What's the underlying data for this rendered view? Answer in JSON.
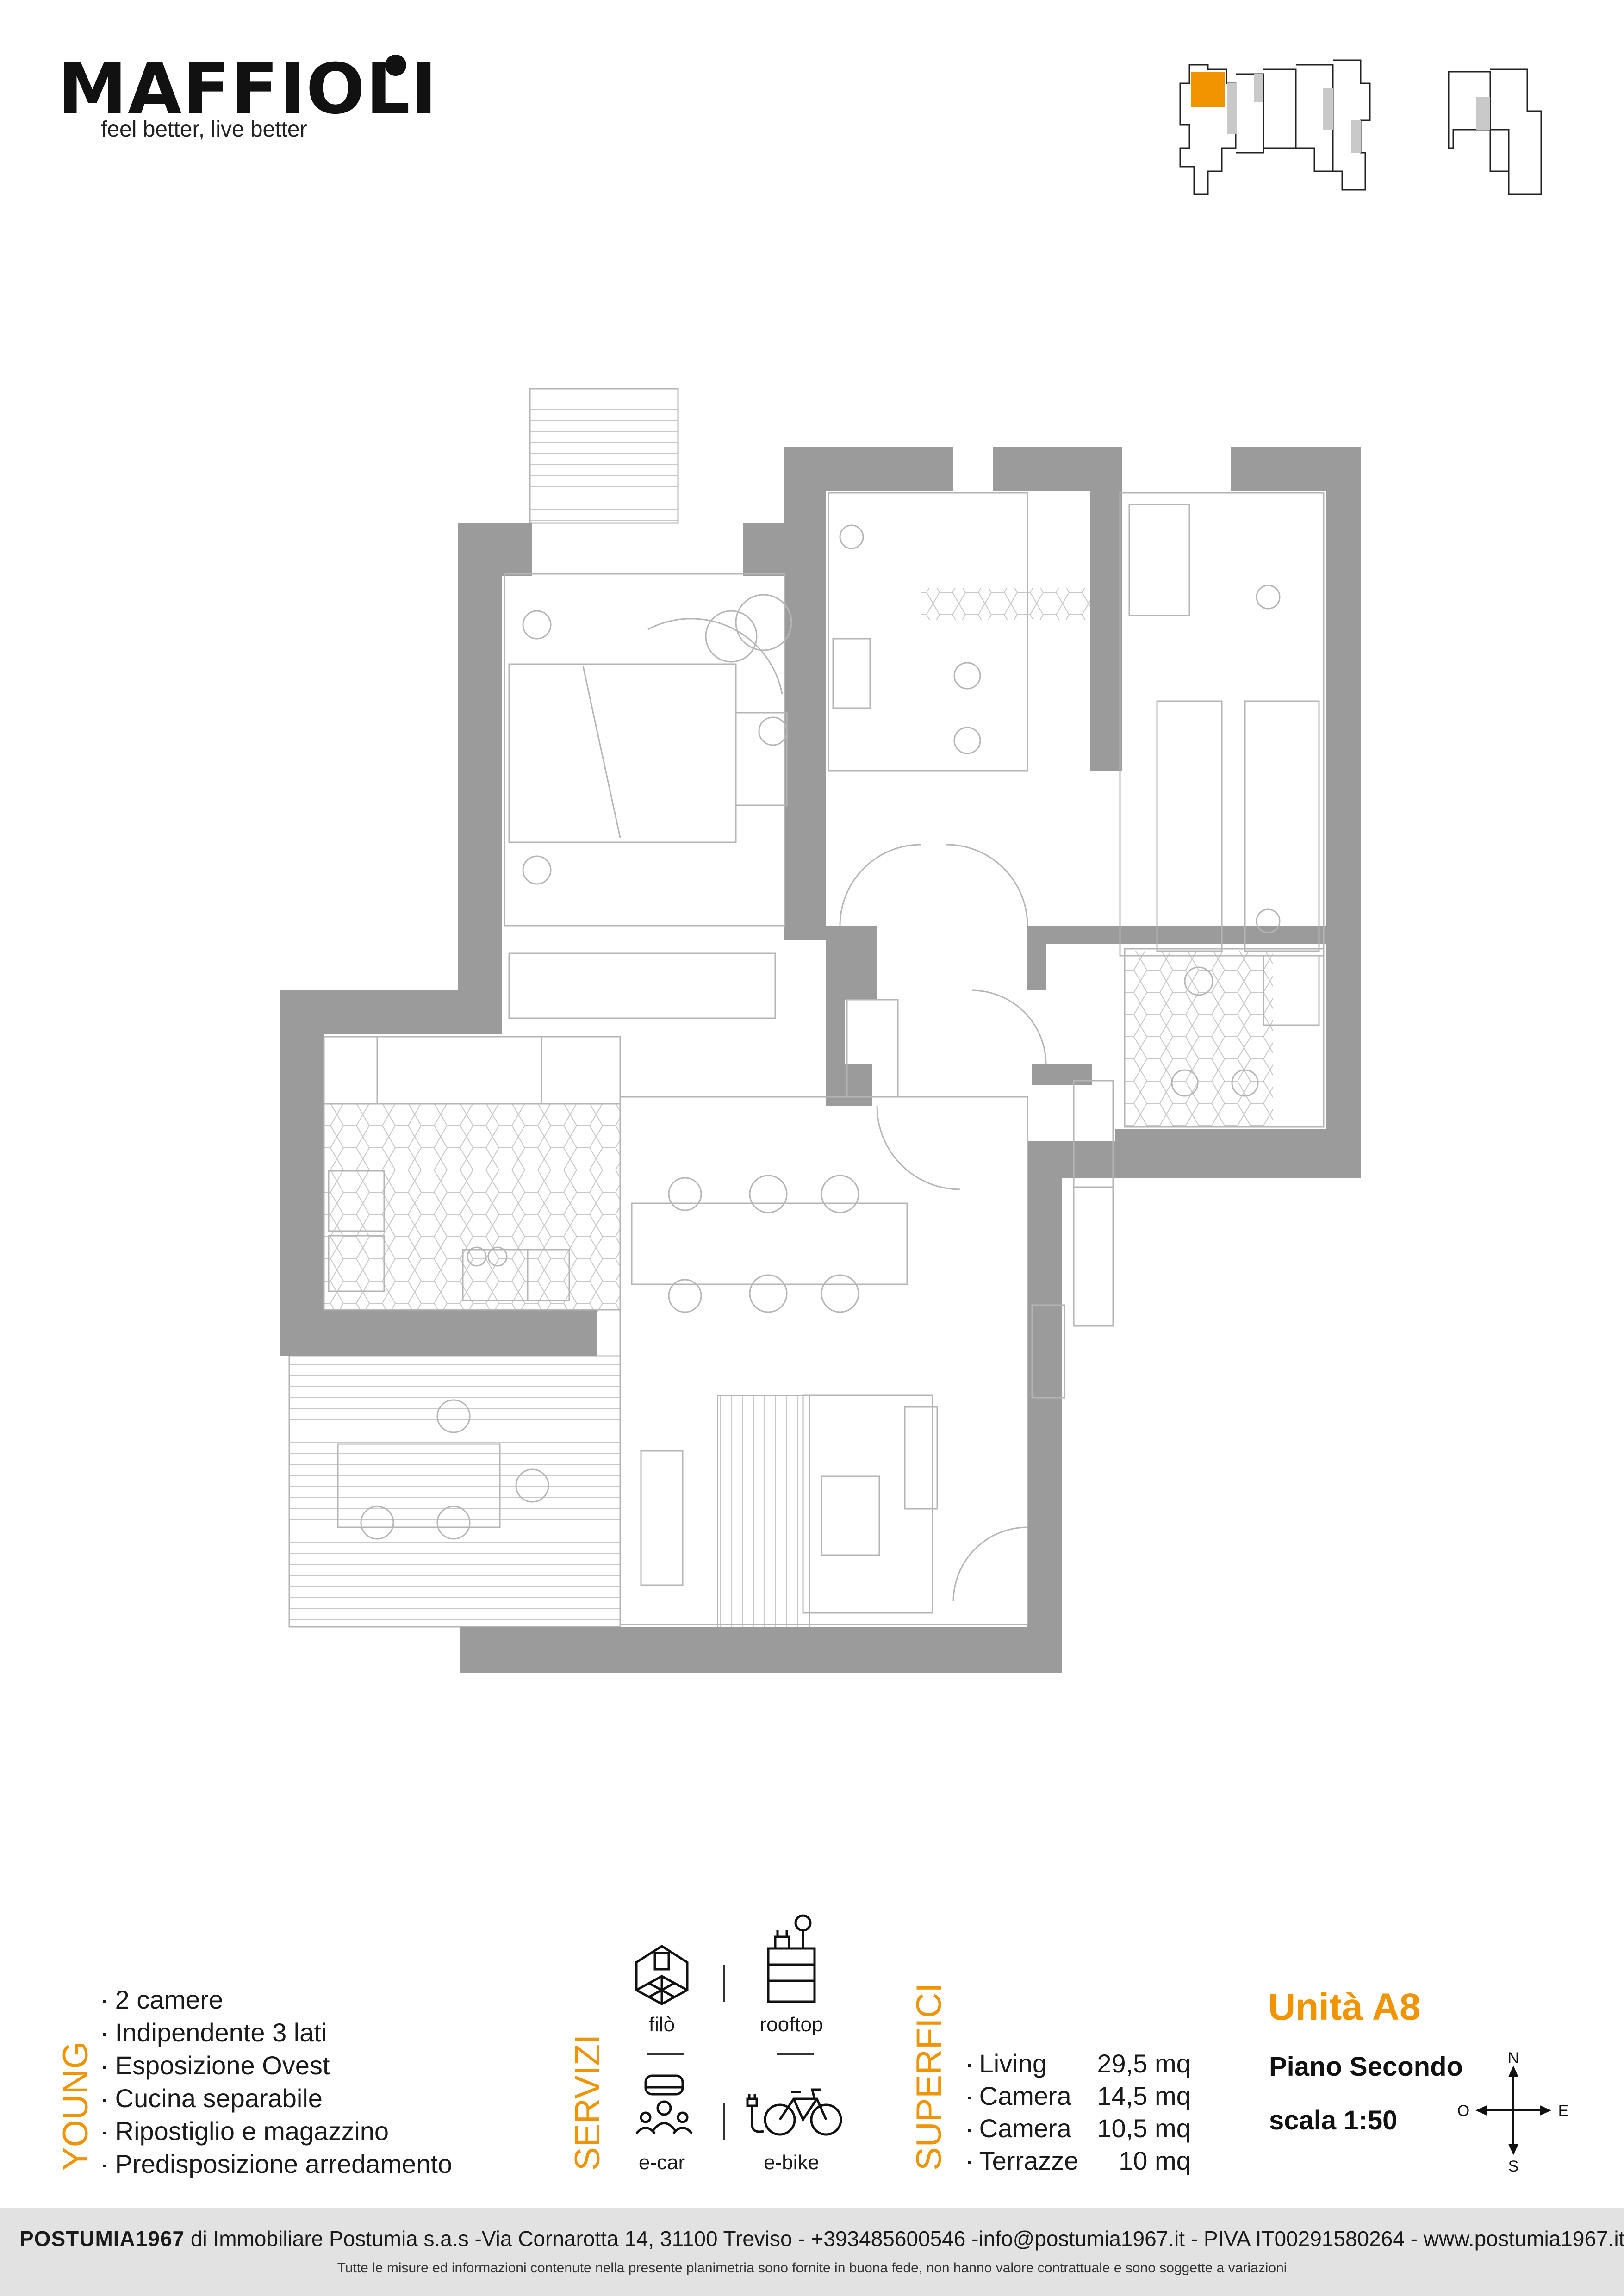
{
  "brand": {
    "name": "MAFFIOLI",
    "tagline": "feel better, live better",
    "accent_color": "#f29400"
  },
  "keyplan": {
    "highlight_color": "#f29400",
    "shade_color": "#c9c9c9"
  },
  "floorplan": {
    "wall_color": "#9b9b9b",
    "line_color": "#b5b5b5"
  },
  "young": {
    "title": "YOUNG",
    "features": [
      "2 camere",
      "Indipendente 3 lati",
      "Esposizione  Ovest",
      "Cucina separabile",
      "Ripostiglio e magazzino",
      "Predisposizione arredamento"
    ]
  },
  "servizi": {
    "title": "SERVIZI",
    "items": [
      {
        "label": "filò",
        "icon": "building-grid-icon"
      },
      {
        "label": "rooftop",
        "icon": "rooftop-icon"
      },
      {
        "label": "e-car",
        "icon": "e-car-icon"
      },
      {
        "label": "e-bike",
        "icon": "e-bike-icon"
      }
    ]
  },
  "superfici": {
    "title": "SUPERFICI",
    "rows": [
      {
        "label": "Living",
        "value": "29,5 mq"
      },
      {
        "label": "Camera",
        "value": "14,5 mq"
      },
      {
        "label": "Camera",
        "value": "10,5 mq"
      },
      {
        "label": "Terrazze",
        "value": "10 mq"
      }
    ]
  },
  "unit": {
    "title": "Unità A8",
    "floor": "Piano Secondo",
    "scale": "scala 1:50"
  },
  "compass": {
    "n": "N",
    "s": "S",
    "e": "E",
    "o": "O"
  },
  "footer": {
    "company": "POSTUMIA1967",
    "details": " di Immobiliare Postumia s.a.s -Via Cornarotta 14, 31100 Treviso - +393485600546 -info@postumia1967.it - PIVA IT00291580264 - www.postumia1967.it",
    "disclaimer": "Tutte le misure ed informazioni contenute nella presente planimetria sono fornite in buona fede, non hanno valore contrattuale e sono soggette a variazioni"
  }
}
